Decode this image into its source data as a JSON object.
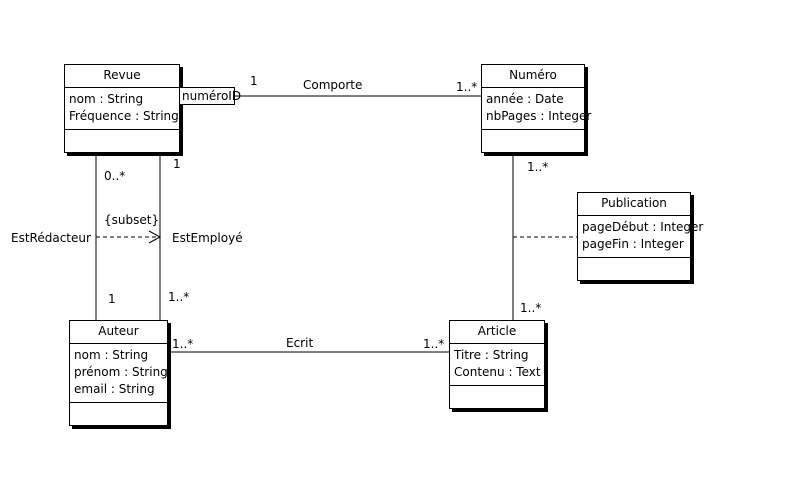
{
  "classes": {
    "revue": {
      "name": "Revue",
      "attributes": [
        "nom : String",
        "Fréquence : String"
      ]
    },
    "numero": {
      "name": "Numéro",
      "attributes": [
        "année : Date",
        "nbPages : Integer"
      ]
    },
    "publication": {
      "name": "Publication",
      "attributes": [
        "pageDébut : Integer",
        "pageFin : Integer"
      ]
    },
    "auteur": {
      "name": "Auteur",
      "attributes": [
        "nom : String",
        "prénom : String",
        "email : String"
      ]
    },
    "article": {
      "name": "Article",
      "attributes": [
        "Titre : String",
        "Contenu : Text"
      ]
    }
  },
  "qualifier": "numéroID",
  "associations": {
    "comporte": {
      "name": "Comporte",
      "mult_revue": "1",
      "mult_numero": "1..*"
    },
    "numero_article": {
      "mult_numero": "1..*",
      "mult_article": "1..*"
    },
    "ecrit": {
      "name": "Ecrit",
      "mult_auteur": "1..*",
      "mult_article": "1..*"
    },
    "est_redacteur": {
      "name": "EstRédacteur",
      "mult_revue": "0..*",
      "mult_auteur": "1"
    },
    "est_employe": {
      "name": "EstEmployé",
      "mult_revue": "1",
      "mult_auteur": "1..*"
    }
  },
  "constraint": "{subset}"
}
